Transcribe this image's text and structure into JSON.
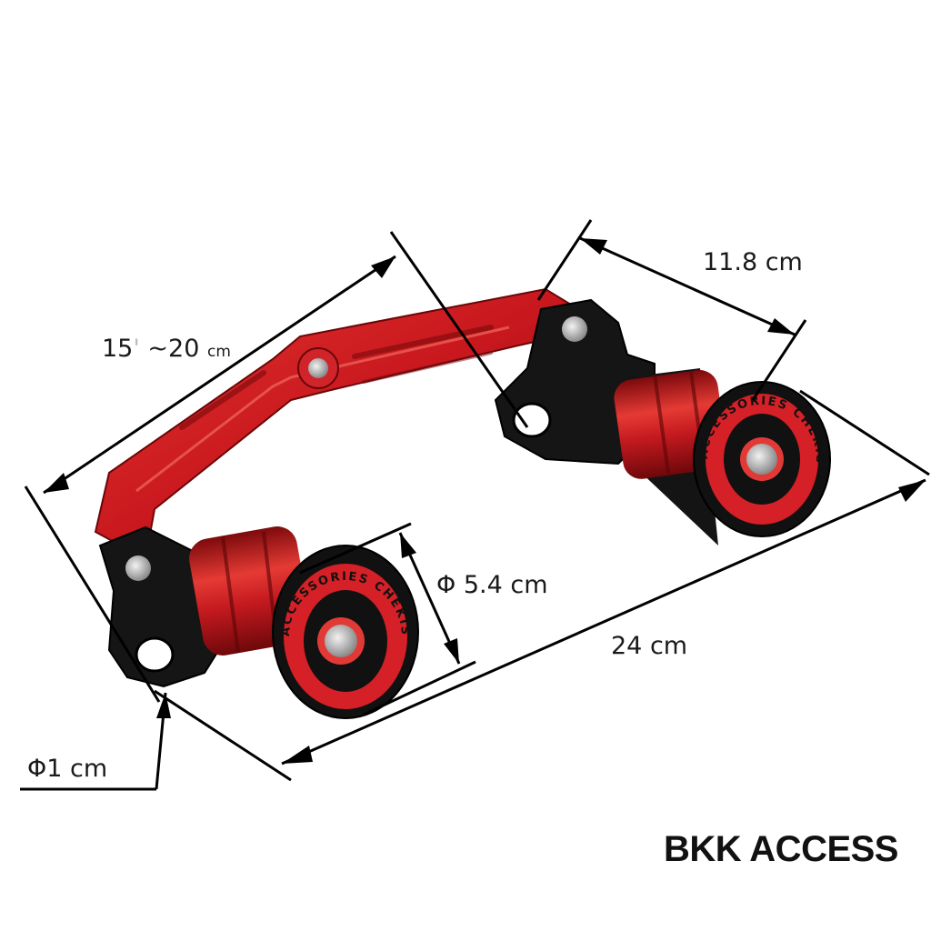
{
  "dimensions": {
    "arm_length": {
      "value": "15",
      "separator": "~20",
      "unit": "cm"
    },
    "width": "11.8 cm",
    "slider_diameter": "Φ 5.4 cm",
    "overall_length": "24 cm",
    "bolt_hole_diameter": "Φ1 cm"
  },
  "slider_ring_text": "ACCESSORIES CHEKIS",
  "brand": "BKK ACCESS",
  "colors": {
    "arm": "#c8181e",
    "arm_dark": "#8d0c10",
    "body": "#141414",
    "accent": "#d42026"
  }
}
